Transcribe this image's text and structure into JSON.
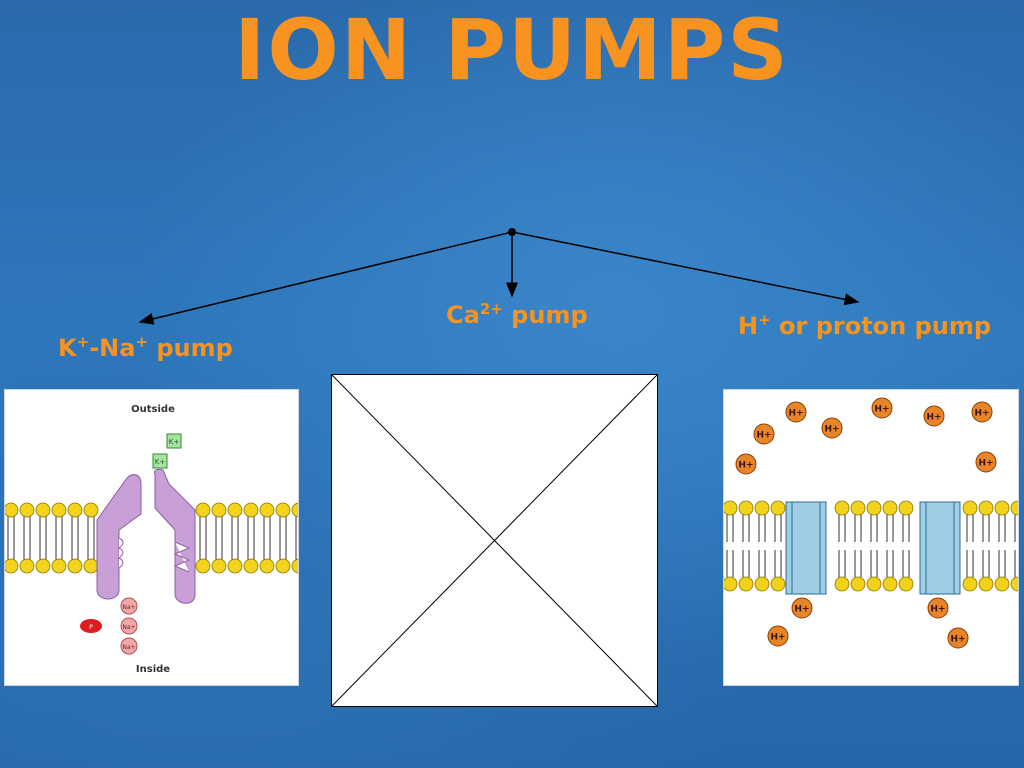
{
  "title": "ION PUMPS",
  "labels": {
    "k_na": {
      "a": "K",
      "a_sup": "+",
      "sep": "-Na",
      "b_sup": "+",
      "rest": " pump"
    },
    "ca": {
      "a": "Ca",
      "a_sup": "2+",
      "rest": " pump"
    },
    "h": {
      "a": "H",
      "a_sup": "+",
      "rest": " or proton pump"
    }
  },
  "k_na_diagram": {
    "outside": "Outside",
    "inside": "Inside",
    "k_ion": "K+",
    "na_ion": "Na+",
    "p_ion": "P"
  },
  "proton_diagram": {
    "h_ion": "H+"
  },
  "colors": {
    "title": "#f7931e",
    "lipid_head": "#f2d21b",
    "pump_protein": "#c89fd6",
    "channel": "#9fcde6",
    "proton": "#e8852a"
  }
}
